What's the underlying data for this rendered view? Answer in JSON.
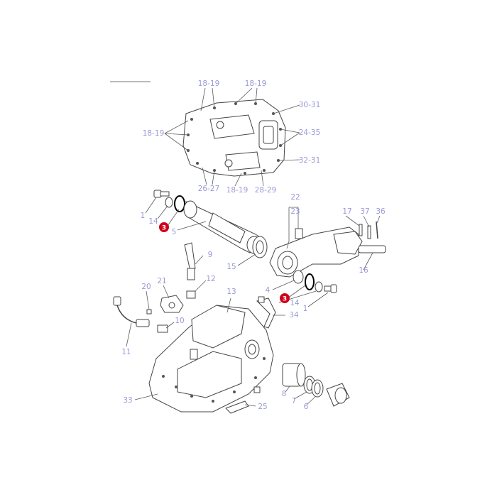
{
  "colors": {
    "label": "#9a9ad8",
    "line": "#444444",
    "callout_fill": "#d0021b",
    "callout_text": "#ffffff",
    "highlight_ring": "#000000"
  },
  "labels": {
    "top_18_19_left": "18-19",
    "top_18_19_right": "18-19",
    "label_30_31": "30-31",
    "label_18_19_side": "18-19",
    "label_24_35": "24-35",
    "label_32_31": "32-31",
    "label_26_27": "26-27",
    "label_18_19_bottom": "18-19",
    "label_28_29": "28-29",
    "label_1_left": "1",
    "label_14_left": "14",
    "label_5": "5",
    "label_22": "22",
    "label_23": "23",
    "label_17": "17",
    "label_37": "37",
    "label_36": "36",
    "label_9": "9",
    "label_15": "15",
    "label_16": "16",
    "label_20": "20",
    "label_21": "21",
    "label_12": "12",
    "label_13": "13",
    "label_4": "4",
    "label_14_right": "14",
    "label_1_right": "1",
    "label_34": "34",
    "label_10": "10",
    "label_11": "11",
    "label_8": "8",
    "label_7": "7",
    "label_6": "6",
    "label_33": "33",
    "label_25": "25"
  },
  "callouts": {
    "left": "3",
    "right": "3"
  }
}
